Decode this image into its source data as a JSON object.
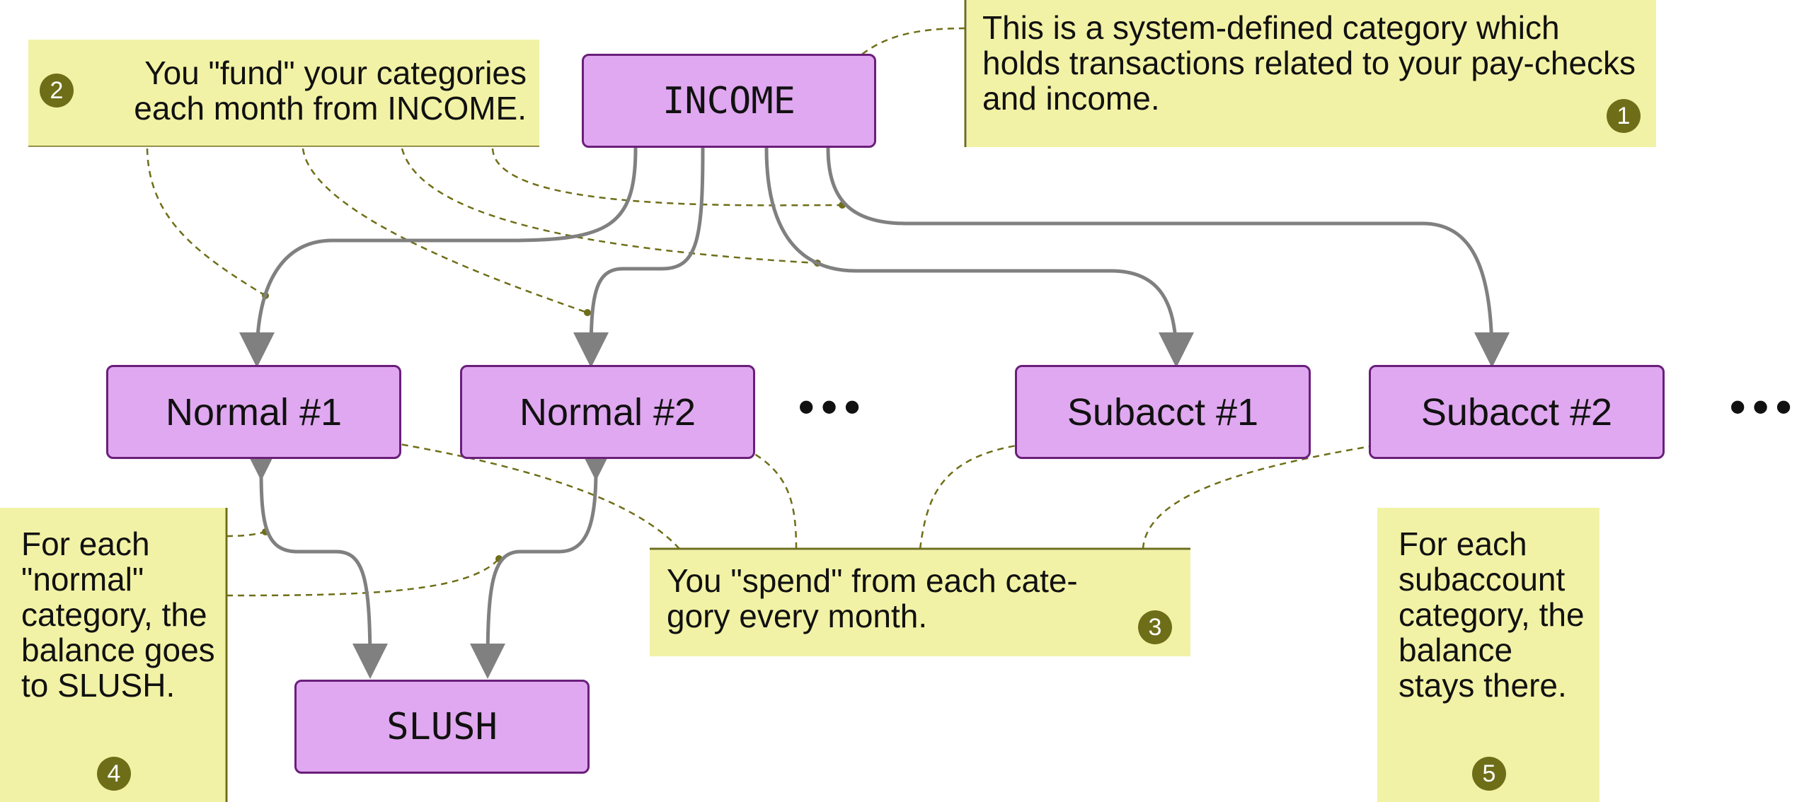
{
  "nodes": {
    "income": "INCOME",
    "normal_1": "Normal #1",
    "normal_2": "Normal #2",
    "subacct_1": "Subacct #1",
    "subacct_2": "Subacct #2",
    "slush": "SLUSH"
  },
  "ellipsis": "•••",
  "notes": {
    "n1": {
      "text": "This is a system-defined category which holds transactions related to your pay-checks and income.",
      "badge": "1"
    },
    "n2": {
      "text": "You \"fund\" your categories each month from INCOME.",
      "badge": "2"
    },
    "n3": {
      "text": "You \"spend\" from each cate-gory every month.",
      "badge": "3"
    },
    "n4": {
      "text": "For each \"normal\" category, the balance goes to SLUSH.",
      "badge": "4"
    },
    "n5": {
      "text": "For each subaccount category, the balance stays there.",
      "badge": "5"
    }
  },
  "colors": {
    "node_fill": "#e0a8f0",
    "node_border": "#6a1f7a",
    "note_fill": "#f2f2a6",
    "note_rule": "#6e6e18",
    "badge": "#6e6e18",
    "arrow": "#808080",
    "leader": "#6e6e18"
  }
}
